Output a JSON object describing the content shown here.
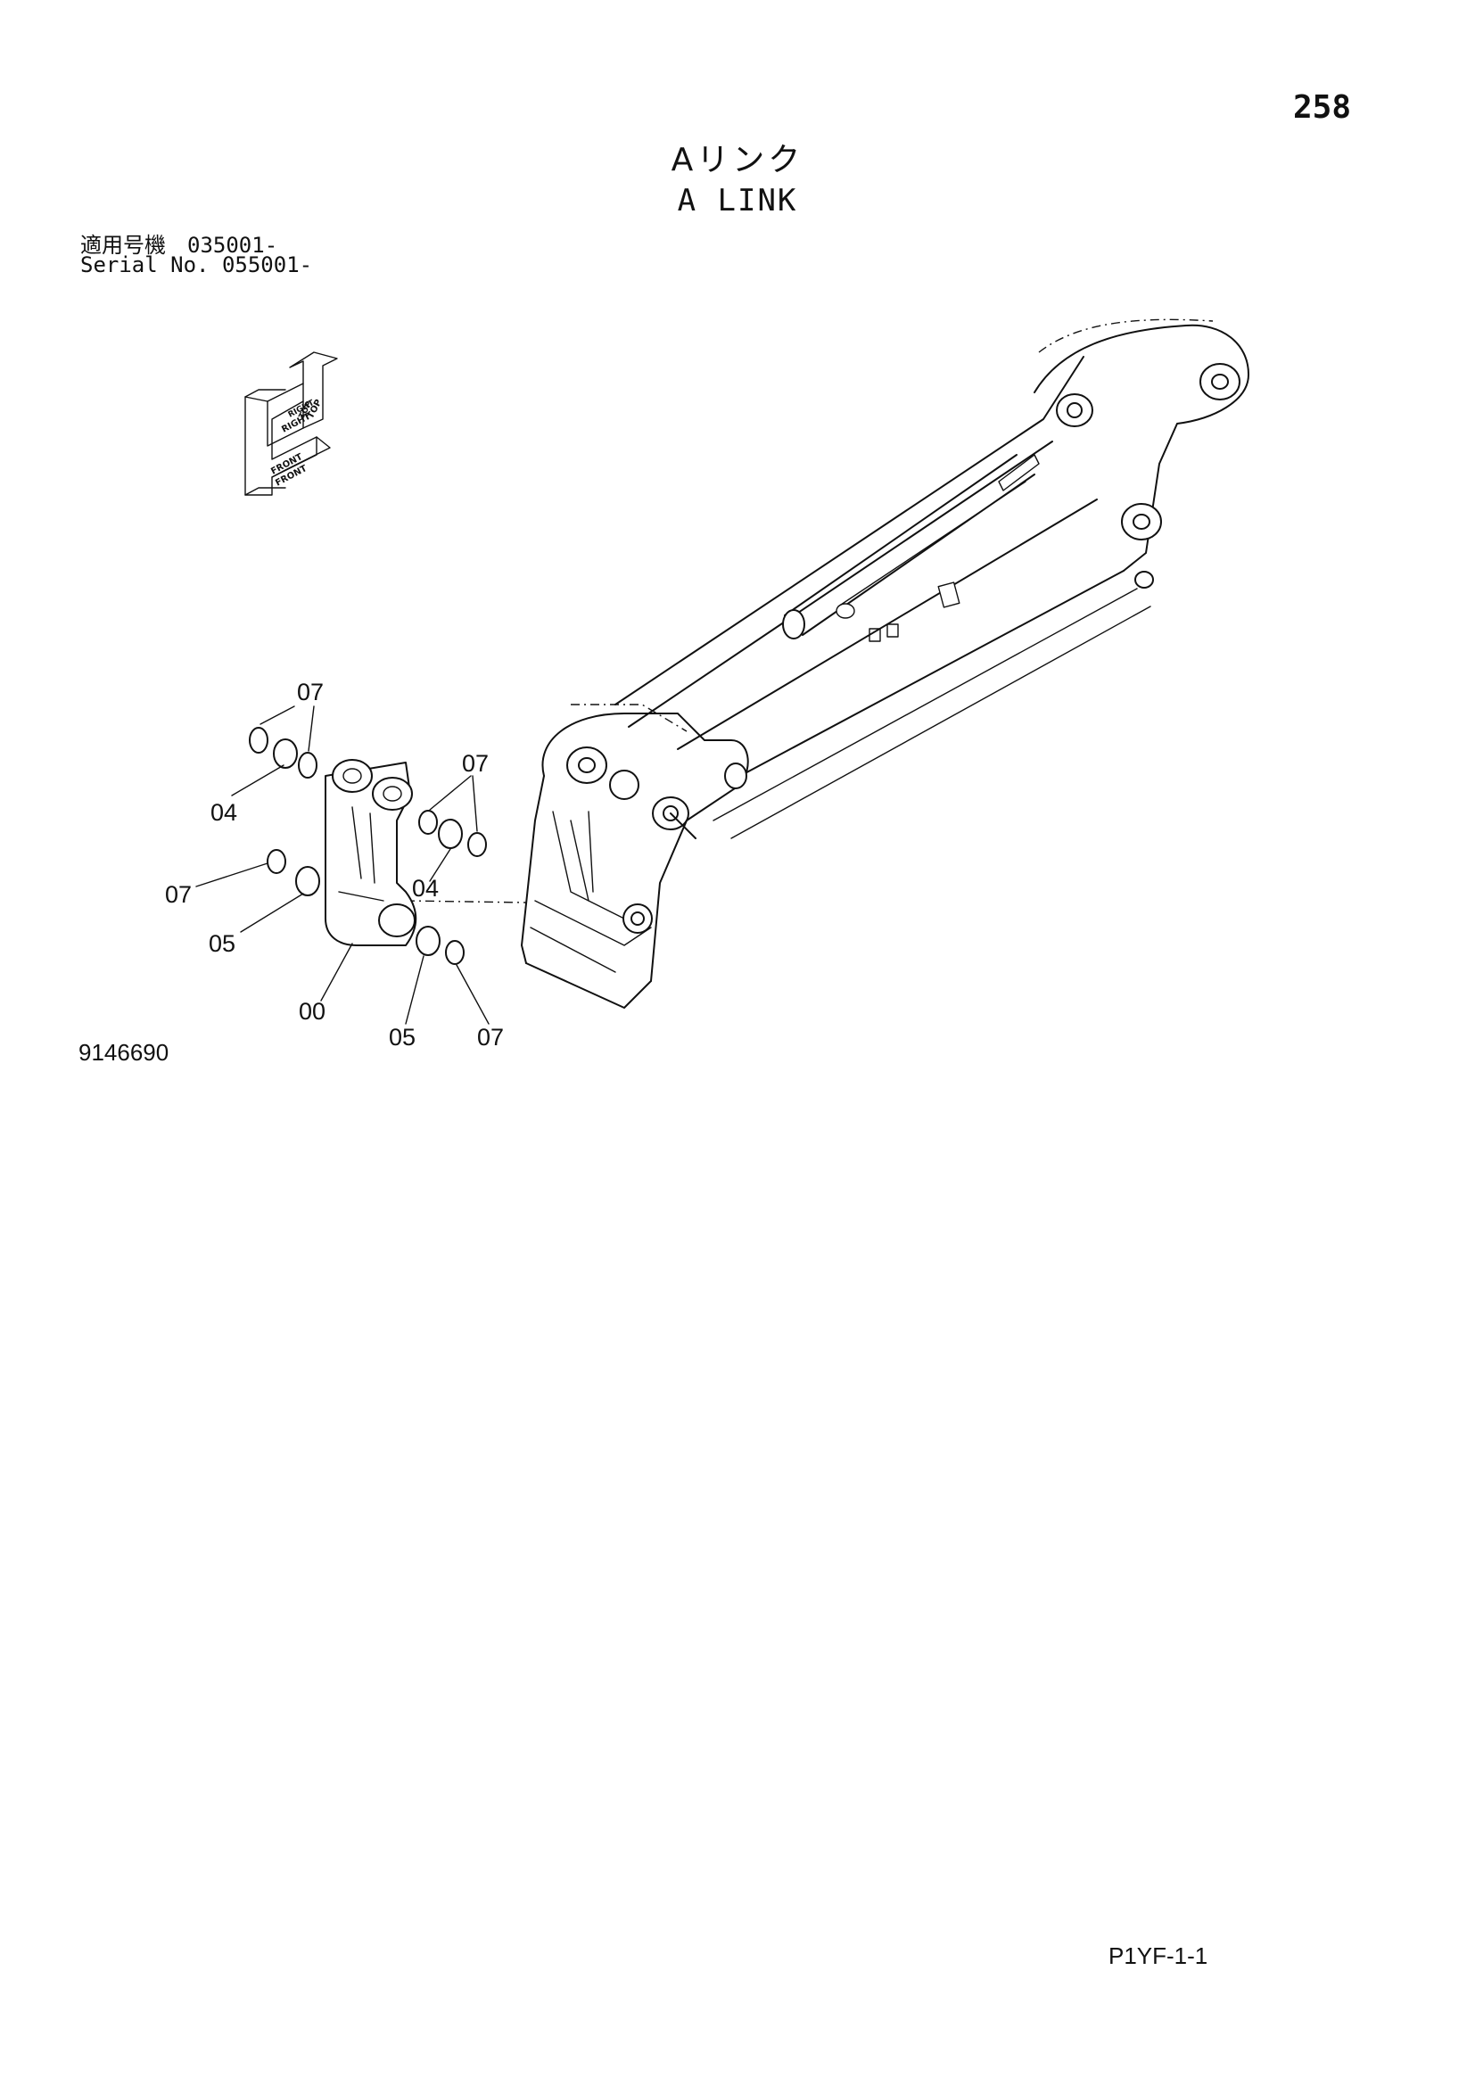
{
  "page": {
    "number": "258",
    "title_jp": "Aリンク",
    "title_en": "A LINK",
    "serial_jp": "適用号機　035001-",
    "serial_en": "Serial No. 055001-",
    "figure_number": "9146690",
    "page_code": "P1YF-1-1"
  },
  "orientation_icon": {
    "labels": [
      "TOP",
      "TOP",
      "RIGHT",
      "RIGHT",
      "FRONT",
      "FRONT"
    ]
  },
  "callouts": [
    {
      "id": "07"
    },
    {
      "id": "04"
    },
    {
      "id": "07"
    },
    {
      "id": "04"
    },
    {
      "id": "07"
    },
    {
      "id": "05"
    },
    {
      "id": "00"
    },
    {
      "id": "05"
    },
    {
      "id": "07"
    }
  ]
}
